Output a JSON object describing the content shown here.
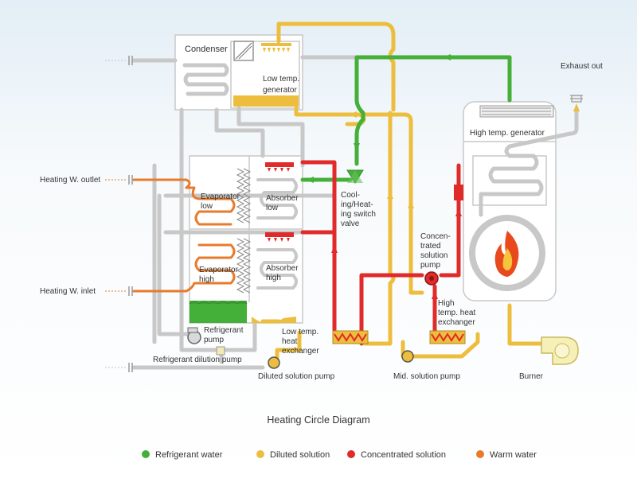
{
  "diagram": {
    "title": "Heating Circle Diagram",
    "colors": {
      "refrigerant_water": "#44B03A",
      "diluted_solution": "#EDBE3E",
      "concentrated_solution": "#E12A2A",
      "warm_water": "#E87A2C",
      "equipment_gray": "#C8C8C8"
    },
    "labels": {
      "condenser": "Condenser",
      "low_temp_generator": [
        "Low temp.",
        "generator"
      ],
      "exhaust_out": "Exhaust out",
      "high_temp_generator": "High temp. generator",
      "heating_w_outlet": "Heating W. outlet",
      "heating_w_inlet": "Heating W. inlet",
      "evaporator_low": [
        "Evaporator",
        "low"
      ],
      "evaporator_high": [
        "Evaporator",
        "high"
      ],
      "absorber_low": [
        "Absorber",
        "low"
      ],
      "absorber_high": [
        "Absorber",
        "high"
      ],
      "switch_valve": [
        "Cool-",
        "ing/Heat-",
        "ing switch",
        "valve"
      ],
      "concentrated_pump": [
        "Concen-",
        "trated",
        "solution",
        "pump"
      ],
      "high_temp_hx": [
        "High",
        "temp. heat",
        "exchanger"
      ],
      "refrigerant_pump": [
        "Refrigerant",
        "pump"
      ],
      "low_temp_hx": [
        "Low temp.",
        "heat",
        "exchanger"
      ],
      "refrigerant_dilution_pump": "Refrigerant dilution pump",
      "diluted_solution_pump": "Diluted solution pump",
      "mid_solution_pump": "Mid. solution pump",
      "burner": "Burner"
    },
    "legend": [
      {
        "label": "Refrigerant water",
        "color": "#44B03A"
      },
      {
        "label": "Diluted solution",
        "color": "#EDBE3E"
      },
      {
        "label": "Concentrated solution",
        "color": "#E12A2A"
      },
      {
        "label": "Warm water",
        "color": "#E87A2C"
      }
    ]
  }
}
